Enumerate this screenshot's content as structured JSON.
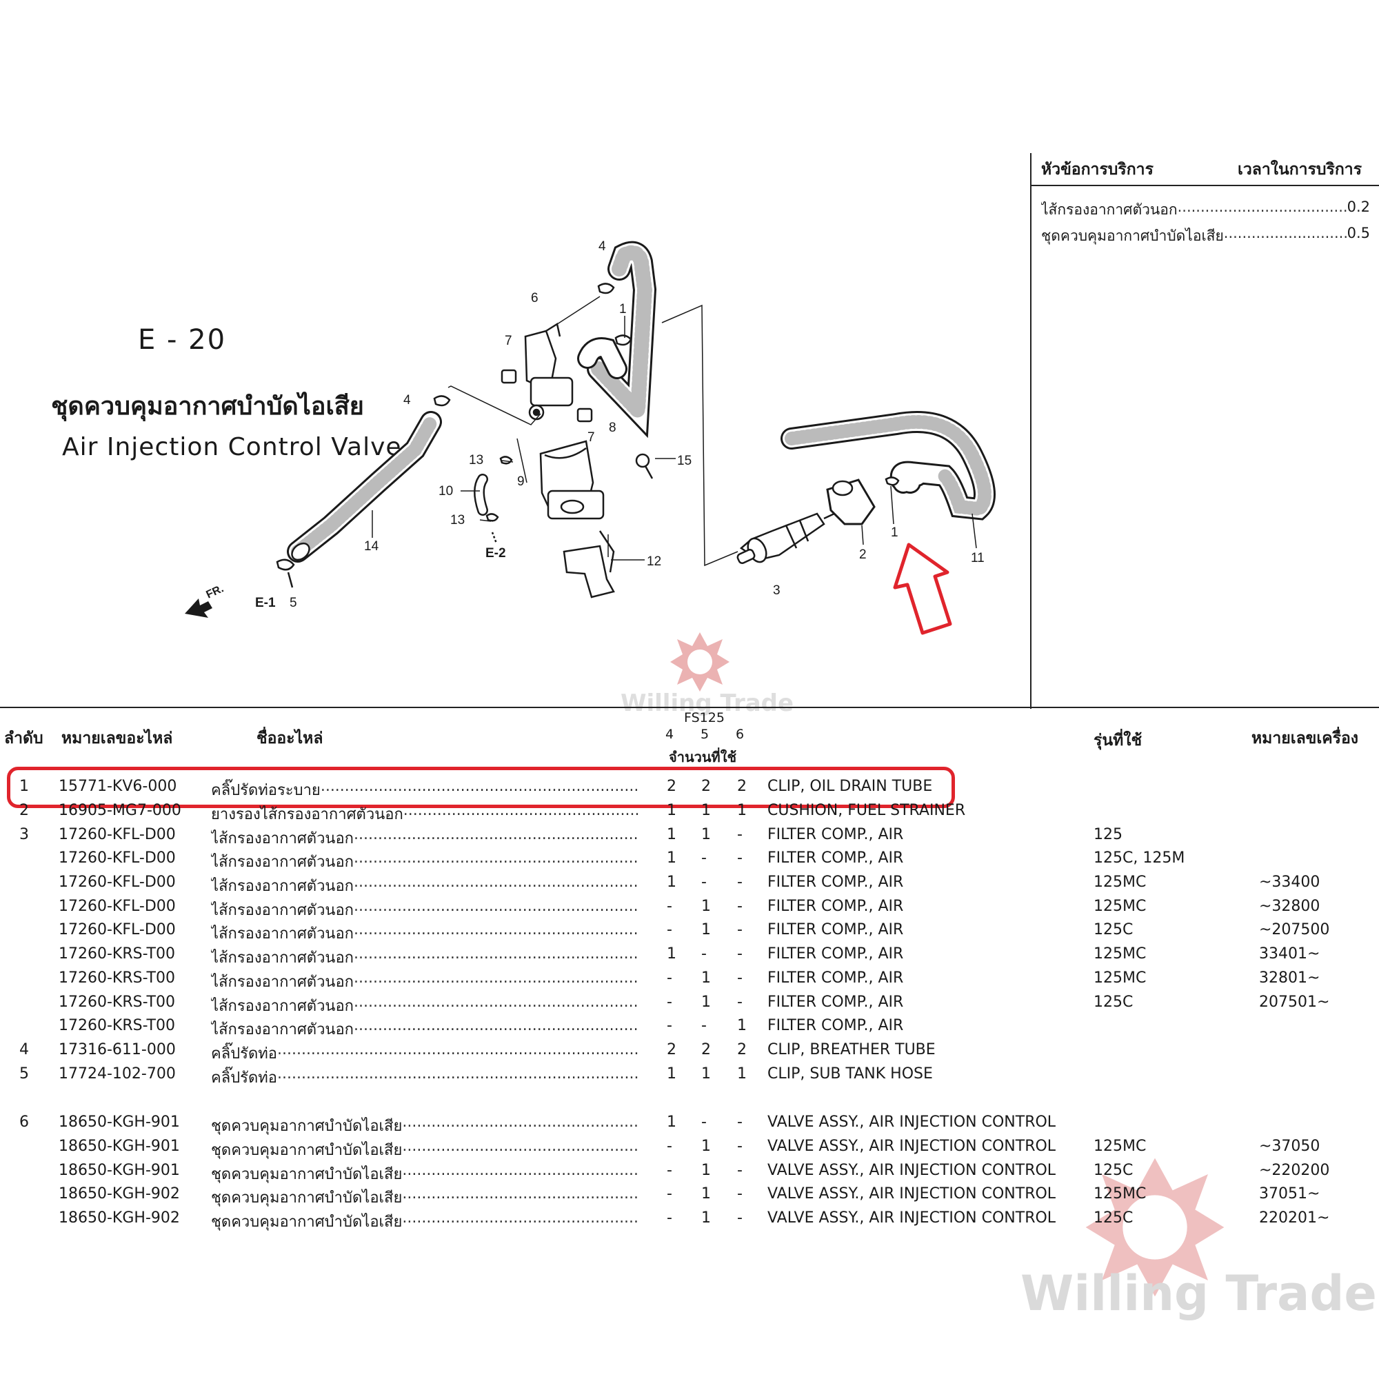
{
  "header": {
    "page_code": "E - 20",
    "title_th": "ชุดควบคุมอากาศบำบัดไอเสีย",
    "title_en": "Air Injection Control Valve"
  },
  "service_box": {
    "col1": "หัวข้อการบริการ",
    "col2": "เวลาในการบริการ",
    "items": [
      {
        "name": "ไส้กรองอากาศตัวนอก",
        "time": "0.2"
      },
      {
        "name": "ชุดควบคุมอากาศบำบัดไอเสีย",
        "time": "0.5"
      }
    ]
  },
  "diagram": {
    "labels": [
      "1",
      "1",
      "2",
      "3",
      "4",
      "4",
      "5",
      "6",
      "7",
      "7",
      "8",
      "9",
      "10",
      "11",
      "12",
      "13",
      "13",
      "14",
      "15"
    ],
    "refs": {
      "e1": "E-1",
      "e2": "E-2",
      "fr": "FR."
    },
    "colors": {
      "hose": "#1a1a1a",
      "arrow": "#e0242c"
    }
  },
  "watermark": {
    "brand": "Willing Trade",
    "color": "#e8a5a5"
  },
  "table": {
    "headers": {
      "ref": "ลำดับ",
      "part_no": "หมายเลขอะไหล่",
      "name": "ชื่ออะไหล่",
      "model_group": "FS125",
      "q4": "4",
      "q5": "5",
      "q6": "6",
      "qty": "จำนวนที่ใช้",
      "model": "รุ่นที่ใช้",
      "engine": "หมายเลขเครื่อง"
    },
    "highlight_color": "#e0242c",
    "rows": [
      {
        "ref": "1",
        "part": "15771-KV6-000",
        "name": "คลิ๊ปรัดท่อระบาย",
        "q4": "2",
        "q5": "2",
        "q6": "2",
        "en": "CLIP, OIL DRAIN TUBE",
        "model": "",
        "engine": ""
      },
      {
        "ref": "2",
        "part": "16905-MG7-000",
        "name": "ยางรองไส้กรองอากาศตัวนอก",
        "q4": "1",
        "q5": "1",
        "q6": "1",
        "en": "CUSHION, FUEL STRAINER",
        "model": "",
        "engine": ""
      },
      {
        "ref": "3",
        "part": "17260-KFL-D00",
        "name": "ไส้กรองอากาศตัวนอก",
        "q4": "1",
        "q5": "1",
        "q6": "-",
        "en": "FILTER COMP., AIR",
        "model": "125",
        "engine": ""
      },
      {
        "ref": "",
        "part": "17260-KFL-D00",
        "name": "ไส้กรองอากาศตัวนอก",
        "q4": "1",
        "q5": "-",
        "q6": "-",
        "en": "FILTER COMP., AIR",
        "model": "125C, 125M",
        "engine": ""
      },
      {
        "ref": "",
        "part": "17260-KFL-D00",
        "name": "ไส้กรองอากาศตัวนอก",
        "q4": "1",
        "q5": "-",
        "q6": "-",
        "en": "FILTER COMP., AIR",
        "model": "125MC",
        "engine": "~33400"
      },
      {
        "ref": "",
        "part": "17260-KFL-D00",
        "name": "ไส้กรองอากาศตัวนอก",
        "q4": "-",
        "q5": "1",
        "q6": "-",
        "en": "FILTER COMP., AIR",
        "model": "125MC",
        "engine": "~32800"
      },
      {
        "ref": "",
        "part": "17260-KFL-D00",
        "name": "ไส้กรองอากาศตัวนอก",
        "q4": "-",
        "q5": "1",
        "q6": "-",
        "en": "FILTER COMP., AIR",
        "model": "125C",
        "engine": "~207500"
      },
      {
        "ref": "",
        "part": "17260-KRS-T00",
        "name": "ไส้กรองอากาศตัวนอก",
        "q4": "1",
        "q5": "-",
        "q6": "-",
        "en": "FILTER COMP., AIR",
        "model": "125MC",
        "engine": "33401~"
      },
      {
        "ref": "",
        "part": "17260-KRS-T00",
        "name": "ไส้กรองอากาศตัวนอก",
        "q4": "-",
        "q5": "1",
        "q6": "-",
        "en": "FILTER COMP., AIR",
        "model": "125MC",
        "engine": "32801~"
      },
      {
        "ref": "",
        "part": "17260-KRS-T00",
        "name": "ไส้กรองอากาศตัวนอก",
        "q4": "-",
        "q5": "1",
        "q6": "-",
        "en": "FILTER COMP., AIR",
        "model": "125C",
        "engine": "207501~"
      },
      {
        "ref": "",
        "part": "17260-KRS-T00",
        "name": "ไส้กรองอากาศตัวนอก",
        "q4": "-",
        "q5": "-",
        "q6": "1",
        "en": "FILTER COMP., AIR",
        "model": "",
        "engine": ""
      },
      {
        "ref": "4",
        "part": "17316-611-000",
        "name": "คลิ๊ปรัดท่อ",
        "q4": "2",
        "q5": "2",
        "q6": "2",
        "en": "CLIP, BREATHER TUBE",
        "model": "",
        "engine": ""
      },
      {
        "ref": "5",
        "part": "17724-102-700",
        "name": "คลิ๊ปรัดท่อ",
        "q4": "1",
        "q5": "1",
        "q6": "1",
        "en": "CLIP, SUB TANK HOSE",
        "model": "",
        "engine": ""
      },
      {
        "ref": "6",
        "part": "18650-KGH-901",
        "name": "ชุดควบคุมอากาศบำบัดไอเสีย",
        "q4": "1",
        "q5": "-",
        "q6": "-",
        "en": "VALVE ASSY., AIR INJECTION CONTROL",
        "model": "",
        "engine": ""
      },
      {
        "ref": "",
        "part": "18650-KGH-901",
        "name": "ชุดควบคุมอากาศบำบัดไอเสีย",
        "q4": "-",
        "q5": "1",
        "q6": "-",
        "en": "VALVE ASSY., AIR INJECTION CONTROL",
        "model": "125MC",
        "engine": "~37050"
      },
      {
        "ref": "",
        "part": "18650-KGH-901",
        "name": "ชุดควบคุมอากาศบำบัดไอเสีย",
        "q4": "-",
        "q5": "1",
        "q6": "-",
        "en": "VALVE ASSY., AIR INJECTION CONTROL",
        "model": "125C",
        "engine": "~220200"
      },
      {
        "ref": "",
        "part": "18650-KGH-902",
        "name": "ชุดควบคุมอากาศบำบัดไอเสีย",
        "q4": "-",
        "q5": "1",
        "q6": "-",
        "en": "VALVE ASSY., AIR INJECTION CONTROL",
        "model": "125MC",
        "engine": "37051~"
      },
      {
        "ref": "",
        "part": "18650-KGH-902",
        "name": "ชุดควบคุมอากาศบำบัดไอเสีย",
        "q4": "-",
        "q5": "1",
        "q6": "-",
        "en": "VALVE ASSY., AIR INJECTION CONTROL",
        "model": "125C",
        "engine": "220201~"
      }
    ]
  }
}
